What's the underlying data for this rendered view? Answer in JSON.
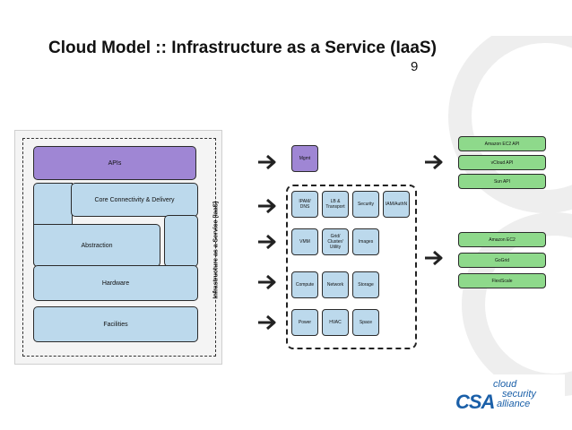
{
  "title": "Cloud Model :: Infrastructure as a Service (IaaS)",
  "page_number": "9",
  "stack": {
    "apis": "APIs",
    "core": "Core Connectivity & Delivery",
    "abstraction": "Abstraction",
    "hardware": "Hardware",
    "facilities": "Facilities",
    "side_label": "Infrastructure as a Service (IaaS)"
  },
  "components": {
    "mgmt": "Mgmt",
    "ipam": "IPAM/\nDNS",
    "lb": "LB &\nTransport",
    "security": "Security",
    "iam": "IAM/AuthN",
    "vmm": "VMM",
    "grid": "Grid/\nCluster/\nUtility",
    "images": "Images",
    "compute": "Compute",
    "network": "Network",
    "storage": "Storage",
    "power": "Power",
    "hvac": "HVAC",
    "space": "Space"
  },
  "apis_list": [
    "Amazon EC2 API",
    "vCloud API",
    "Sun API"
  ],
  "providers": [
    "Amazon EC2",
    "GoGrid",
    "FlexiScale"
  ],
  "logo": {
    "abbr": "CSA",
    "line1": "cloud",
    "line2": "security",
    "line3": "alliance"
  },
  "colors": {
    "api_purple": "#9f86d4",
    "layer_blue": "#bcd9ec",
    "provider_green": "#8ed98b"
  }
}
